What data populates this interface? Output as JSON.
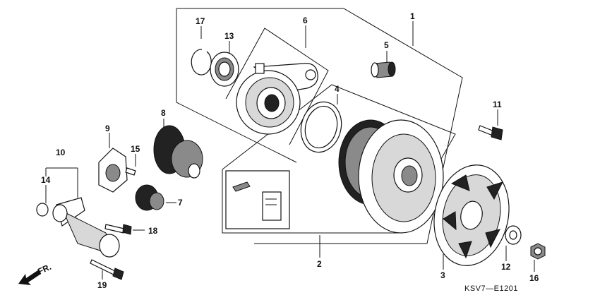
{
  "diagram_code": "KSV7—E1201",
  "direction_label": "FR.",
  "callouts": {
    "p1": "1",
    "p2": "2",
    "p3": "3",
    "p4": "4",
    "p5": "5",
    "p6": "6",
    "p7": "7",
    "p8": "8",
    "p9": "9",
    "p10": "10",
    "p11": "11",
    "p12": "12",
    "p13": "13",
    "p14": "14",
    "p15": "15",
    "p16": "16",
    "p17": "17",
    "p18": "18",
    "p19": "19"
  }
}
